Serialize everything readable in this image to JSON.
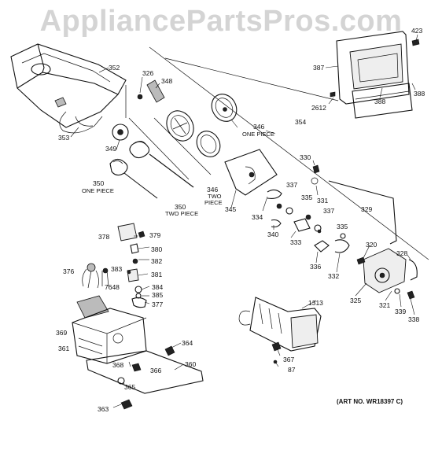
{
  "watermark": "AppliancePartsPros.com",
  "art_number": "(ART NO. WR18397 C)",
  "part_labels": {
    "p423": "423",
    "p387": "387",
    "p388a": "388",
    "p388b": "388",
    "p2612": "2612",
    "p352": "352",
    "p326": "326",
    "p348": "348",
    "p353": "353",
    "p349": "349",
    "p354": "354",
    "p346a": "346",
    "p346b": "346",
    "p345": "345",
    "p350a": "350",
    "p350b": "350",
    "p330": "330",
    "p337a": "337",
    "p337b": "337",
    "p335a": "335",
    "p335b": "335",
    "p331": "331",
    "p329": "329",
    "p334": "334",
    "p340": "340",
    "p333": "333",
    "p336": "336",
    "p332": "332",
    "p320": "320",
    "p328": "328",
    "p325": "325",
    "p321": "321",
    "p339": "339",
    "p338": "338",
    "p378": "378",
    "p379": "379",
    "p380": "380",
    "p382": "382",
    "p376": "376",
    "p383": "383",
    "p381": "381",
    "p7648": "7648",
    "p384": "384",
    "p385": "385",
    "p377": "377",
    "p369": "369",
    "p361": "361",
    "p364": "364",
    "p360": "360",
    "p368": "368",
    "p366": "366",
    "p365": "365",
    "p363": "363",
    "p1313": "1313",
    "p367": "367",
    "p87": "87"
  },
  "captions": {
    "one_piece_a": "ONE PIECE",
    "one_piece_b": "ONE PIECE",
    "two_piece_a": "TWO",
    "two_piece_b": "PIECE",
    "two_piece_c": "TWO PIECE"
  }
}
